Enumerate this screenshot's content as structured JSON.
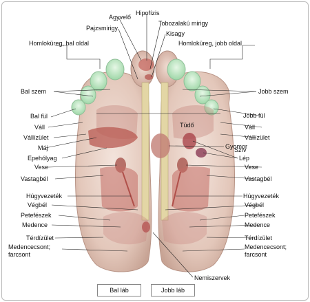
{
  "labels": {
    "agyvelo": "Agyvelő",
    "hipofizis": "Hipofízis",
    "tobozmirigy": "Tobozalakú mirigy",
    "pajzsmirigy": "Pajzsmirigy",
    "kisagy": "Kisagy",
    "homlok_bal": "Homloküreg, bal oldal",
    "homlok_jobb": "Homloküreg, jobb oldal",
    "bal_szem": "Bal szem",
    "jobb_szem": "Jobb szem",
    "bal_ful": "Bal fül",
    "jobb_ful": "Jobb fül",
    "tudo": "Tüdő",
    "vall_l": "Váll",
    "vall_r": "Váll",
    "vallizulet_l": "Vállízület",
    "vallizulet_r": "Vállízület",
    "gyomor": "Gyomor",
    "maj": "Máj",
    "sziv": "Szív",
    "epeholyag": "Epehólyag",
    "lep": "Lép",
    "vese_l": "Vese",
    "vese_r": "Vese",
    "vastagbel_l": "Vastagbél",
    "vastagbel_r": "Vastagbél",
    "hugyvezetek_l": "Húgyvezeték",
    "hugyvezetek_r": "Húgyvezeték",
    "vegbel_l": "Végbél",
    "vegbel_r": "Végbél",
    "petefeszek_l": "Petefészek",
    "petefeszek_r": "Petefészek",
    "medence_l": "Medence",
    "medence_r": "Medence",
    "terdizulet_l": "Térdízület",
    "terdizulet_r": "Térdízület",
    "medencecsont_l1": "Medencecsont;",
    "medencecsont_l2": "farcsont",
    "medencecsont_r1": "Medencecsont;",
    "medencecsont_r2": "farcsont",
    "nemiszervek": "Nemiszervek"
  },
  "buttons": {
    "bal_lab": "Bal láb",
    "jobb_lab": "Jobb láb"
  },
  "colors": {
    "skin": "#e9d3c8",
    "skin_shadow": "#c9a79a",
    "organ": "#c9706a",
    "toe_zone": "#bfe8c5",
    "spine": "#e3d6a5",
    "leader": "#222222"
  }
}
